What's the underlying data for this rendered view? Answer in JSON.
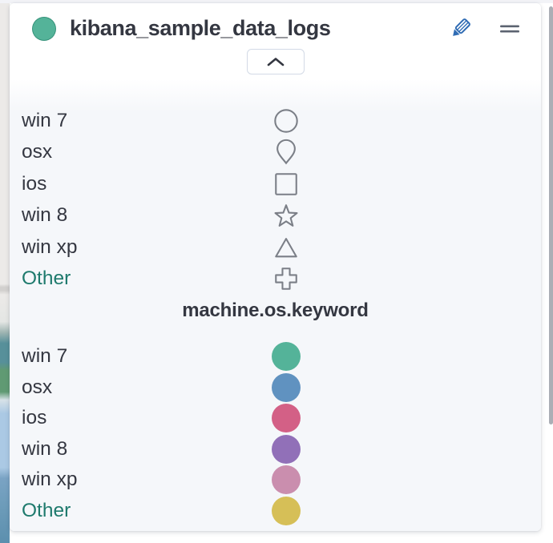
{
  "header": {
    "title": "kibana_sample_data_logs",
    "swatch_color": "#54B399",
    "edit_icon": "pencil-icon",
    "drag_icon": "drag-handle-icon"
  },
  "collapse": {
    "icon": "chevron-up-icon"
  },
  "shape_legend": {
    "rows": [
      {
        "label": "win 7",
        "symbol": "circle"
      },
      {
        "label": "osx",
        "symbol": "pin"
      },
      {
        "label": "ios",
        "symbol": "square"
      },
      {
        "label": "win 8",
        "symbol": "star"
      },
      {
        "label": "win xp",
        "symbol": "triangle"
      },
      {
        "label": "Other",
        "symbol": "plus"
      }
    ],
    "field": "machine.os.keyword"
  },
  "color_legend": {
    "rows": [
      {
        "label": "win 7",
        "color": "#54B399"
      },
      {
        "label": "osx",
        "color": "#6092C0"
      },
      {
        "label": "ios",
        "color": "#D36086"
      },
      {
        "label": "win 8",
        "color": "#9170B8"
      },
      {
        "label": "win xp",
        "color": "#CA8EAE"
      },
      {
        "label": "Other",
        "color": "#D6BF57"
      }
    ]
  },
  "colors": {
    "label_text": "#343741",
    "other_label": "#1E7A6D",
    "shape_stroke": "#7B7F87",
    "edit_icon_blue": "#306CB4"
  }
}
